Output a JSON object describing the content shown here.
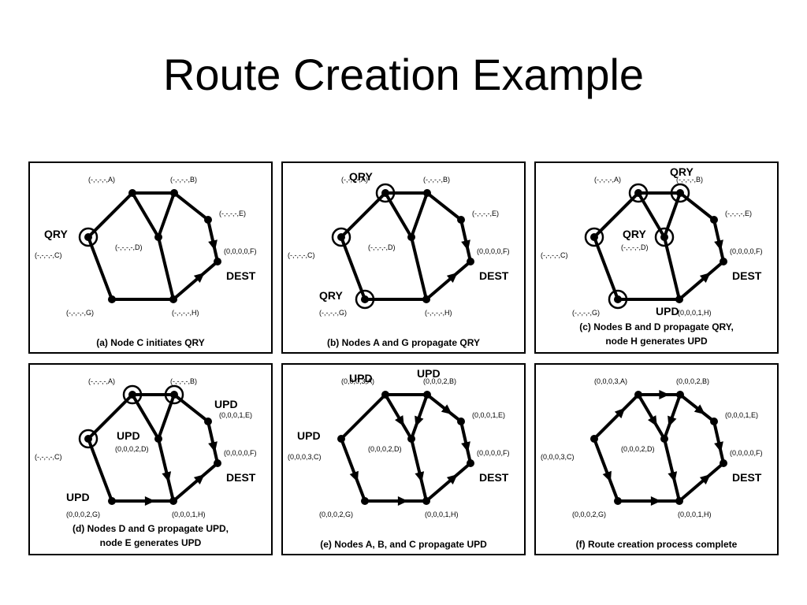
{
  "slide": {
    "title": "Route Creation Example"
  },
  "panels": [
    {
      "caption": [
        "(a) Node C initiates QRY"
      ],
      "node_labels": {
        "A": "(-,-,-,-,A)",
        "B": "(-,-,-,-,B)",
        "C": "(-,-,-,-,C)",
        "D": "(-,-,-,-,D)",
        "E": "(-,-,-,-,E)",
        "F": "(0,0,0,0,F)",
        "G": "(-,-,-,-,G)",
        "H": "(-,-,-,-,H)"
      },
      "dest_label": "DEST",
      "marks": [
        {
          "node": "C",
          "text": "QRY"
        }
      ],
      "circled": [
        "C"
      ],
      "arrows": [
        [
          "E",
          "F"
        ],
        [
          "H",
          "F"
        ]
      ]
    },
    {
      "caption": [
        "(b) Nodes A and G propagate QRY"
      ],
      "node_labels": {
        "A": "(-,-,-,-,A)",
        "B": "(-,-,-,-,B)",
        "C": "(-,-,-,-,C)",
        "D": "(-,-,-,-,D)",
        "E": "(-,-,-,-,E)",
        "F": "(0,0,0,0,F)",
        "G": "(-,-,-,-,G)",
        "H": "(-,-,-,-,H)"
      },
      "dest_label": "DEST",
      "marks": [
        {
          "node": "A",
          "text": "QRY"
        },
        {
          "node": "G",
          "text": "QRY"
        }
      ],
      "circled": [
        "A",
        "C",
        "G"
      ],
      "arrows": [
        [
          "E",
          "F"
        ],
        [
          "H",
          "F"
        ]
      ]
    },
    {
      "caption": [
        "(c) Nodes B and D propagate QRY,",
        "node H generates UPD"
      ],
      "node_labels": {
        "A": "(-,-,-,-,A)",
        "B": "(-,-,-,-,B)",
        "C": "(-,-,-,-,C)",
        "D": "(-,-,-,-,D)",
        "E": "(-,-,-,-,E)",
        "F": "(0,0,0,0,F)",
        "G": "(-,-,-,-,G)",
        "H": "(0,0,0,1,H)"
      },
      "dest_label": "DEST",
      "marks": [
        {
          "node": "B",
          "text": "QRY"
        },
        {
          "node": "D",
          "text": "QRY"
        },
        {
          "node": "H",
          "text": "UPD"
        }
      ],
      "circled": [
        "A",
        "B",
        "C",
        "D",
        "G"
      ],
      "arrows": [
        [
          "E",
          "F"
        ],
        [
          "H",
          "F"
        ]
      ]
    },
    {
      "caption": [
        "(d) Nodes D and G propagate UPD,",
        "node E generates UPD"
      ],
      "node_labels": {
        "A": "(-,-,-,-,A)",
        "B": "(-,-,-,-,B)",
        "C": "(-,-,-,-,C)",
        "D": "(0,0,0,2,D)",
        "E": "(0,0,0,1,E)",
        "F": "(0,0,0,0,F)",
        "G": "(0,0,0,2,G)",
        "H": "(0,0,0,1,H)"
      },
      "dest_label": "DEST",
      "marks": [
        {
          "node": "D",
          "text": "UPD"
        },
        {
          "node": "G",
          "text": "UPD"
        },
        {
          "node": "E",
          "text": "UPD"
        }
      ],
      "circled": [
        "A",
        "B",
        "C"
      ],
      "arrows": [
        [
          "E",
          "F"
        ],
        [
          "H",
          "F"
        ],
        [
          "D",
          "H"
        ],
        [
          "G",
          "H"
        ]
      ]
    },
    {
      "caption": [
        "(e) Nodes A, B, and C propagate UPD"
      ],
      "node_labels": {
        "A": "(0,0,0,3,A)",
        "B": "(0,0,0,2,B)",
        "C": "(0,0,0,3,C)",
        "D": "(0,0,0,2,D)",
        "E": "(0,0,0,1,E)",
        "F": "(0,0,0,0,F)",
        "G": "(0,0,0,2,G)",
        "H": "(0,0,0,1,H)"
      },
      "dest_label": "DEST",
      "marks": [
        {
          "node": "A",
          "text": "UPD"
        },
        {
          "node": "B",
          "text": "UPD"
        },
        {
          "node": "C",
          "text": "UPD"
        }
      ],
      "circled": [],
      "arrows": [
        [
          "E",
          "F"
        ],
        [
          "H",
          "F"
        ],
        [
          "D",
          "H"
        ],
        [
          "G",
          "H"
        ],
        [
          "A",
          "D"
        ],
        [
          "B",
          "D"
        ],
        [
          "B",
          "E"
        ],
        [
          "C",
          "G"
        ]
      ]
    },
    {
      "caption": [
        "(f) Route creation process complete"
      ],
      "node_labels": {
        "A": "(0,0,0,3,A)",
        "B": "(0,0,0,2,B)",
        "C": "(0,0,0,3,C)",
        "D": "(0,0,0,2,D)",
        "E": "(0,0,0,1,E)",
        "F": "(0,0,0,0,F)",
        "G": "(0,0,0,2,G)",
        "H": "(0,0,0,1,H)"
      },
      "dest_label": "DEST",
      "marks": [],
      "circled": [],
      "arrows": [
        [
          "E",
          "F"
        ],
        [
          "H",
          "F"
        ],
        [
          "D",
          "H"
        ],
        [
          "G",
          "H"
        ],
        [
          "A",
          "D"
        ],
        [
          "B",
          "D"
        ],
        [
          "B",
          "E"
        ],
        [
          "C",
          "G"
        ],
        [
          "C",
          "A"
        ],
        [
          "A",
          "B"
        ]
      ]
    }
  ]
}
